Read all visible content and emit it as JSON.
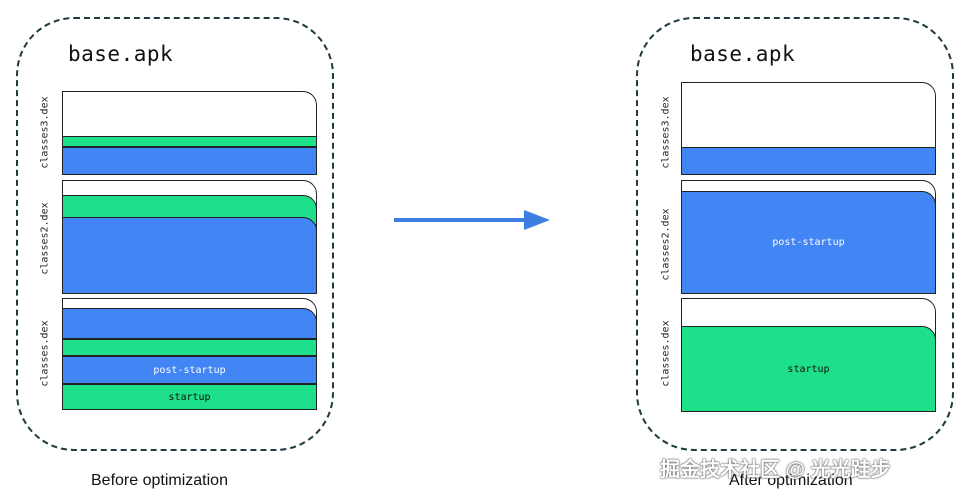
{
  "before": {
    "apk_title": "base.apk",
    "caption": "Before optimization",
    "dex_files": [
      {
        "label": "classes3.dex",
        "bands": [
          {
            "color": "green",
            "text": ""
          },
          {
            "color": "blue",
            "text": ""
          }
        ]
      },
      {
        "label": "classes2.dex",
        "bands": [
          {
            "color": "green",
            "text": ""
          },
          {
            "color": "blue",
            "text": ""
          }
        ]
      },
      {
        "label": "classes.dex",
        "bands": [
          {
            "color": "blue",
            "text": ""
          },
          {
            "color": "green",
            "text": ""
          },
          {
            "color": "blue",
            "text": "post-startup"
          },
          {
            "color": "green",
            "text": "startup"
          }
        ]
      }
    ]
  },
  "after": {
    "apk_title": "base.apk",
    "caption": "After optimization",
    "dex_files": [
      {
        "label": "classes3.dex",
        "bands": [
          {
            "color": "blue",
            "text": ""
          }
        ]
      },
      {
        "label": "classes2.dex",
        "bands": [
          {
            "color": "blue",
            "text": "post-startup"
          }
        ]
      },
      {
        "label": "classes.dex",
        "bands": [
          {
            "color": "green",
            "text": "startup"
          }
        ]
      }
    ]
  },
  "colors": {
    "blue": "#4285f4",
    "green": "#1fe08a",
    "border": "#1f3b3f",
    "arrow": "#3d7fe0"
  },
  "watermark": "掘金技术社区 @ 光光跬步"
}
